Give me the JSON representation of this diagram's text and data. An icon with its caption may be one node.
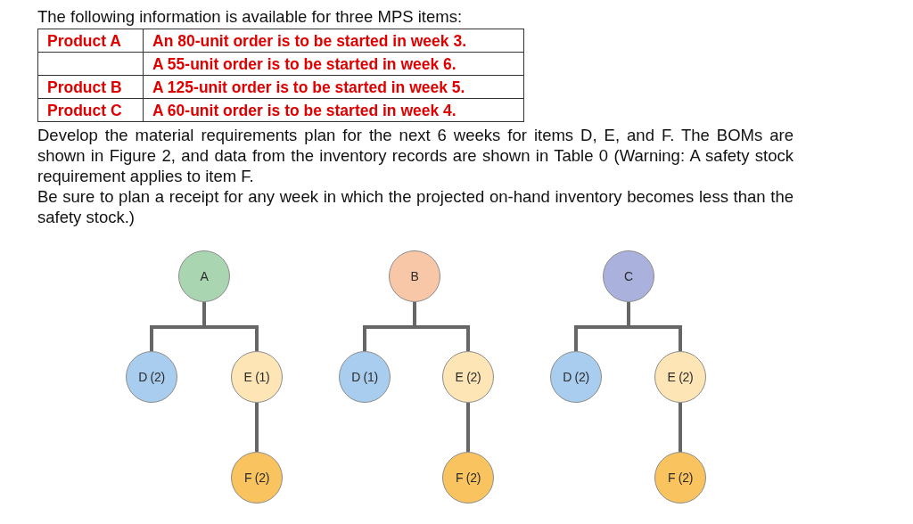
{
  "diagram": {
    "title": "The following information is available for three MPS items:",
    "nodes": [
      {
        "text": [
          "A"
        ]
      },
      {
        "text": [
          "D (2)"
        ]
      },
      {
        "text": [
          "E (1)"
        ]
      },
      {
        "text": [
          "F (2)"
        ]
      },
      {
        "text": [
          "B"
        ]
      },
      {
        "text": [
          "D (1)"
        ]
      },
      {
        "text": [
          "E (2)"
        ]
      },
      {
        "text": [
          "F (2)"
        ]
      },
      {
        "text": [
          "C"
        ]
      },
      {
        "text": [
          "D (2)"
        ]
      },
      {
        "text": [
          "E (2)"
        ]
      },
      {
        "text": [
          "F (2)"
        ]
      }
    ],
    "edges": [
      {
        "from": 0,
        "to": 1,
        "arrow": "none"
      },
      {
        "from": 0,
        "to": 2,
        "arrow": "none"
      },
      {
        "from": 2,
        "to": 3,
        "arrow": "none"
      },
      {
        "from": 4,
        "to": 5,
        "arrow": "none"
      },
      {
        "from": 4,
        "to": 6,
        "arrow": "none"
      },
      {
        "from": 6,
        "to": 7,
        "arrow": "none"
      },
      {
        "from": 8,
        "to": 9,
        "arrow": "none"
      },
      {
        "from": 8,
        "to": 10,
        "arrow": "none"
      },
      {
        "from": 10,
        "to": 11,
        "arrow": "none"
      }
    ],
    "labels": [
      "Product A",
      "An 80-unit order is to be started in week 3.",
      "A 55-unit order is to be started in week 6.",
      "Product B",
      "A 125-unit order is to be started in week 5.",
      "Product C",
      "A 60-unit order is to be started in week 4.",
      "Develop the material requirements plan for the next 6 weeks for items D, E, and F. The BOMs are shown in Figure 2, and data from the inventory records are shown in Table 0 (Warning: A safety stock requirement applies to item F.",
      "Be sure to plan a receipt for any week in which the projected on-hand inventory becomes less than the safety stock.)"
    ]
  }
}
